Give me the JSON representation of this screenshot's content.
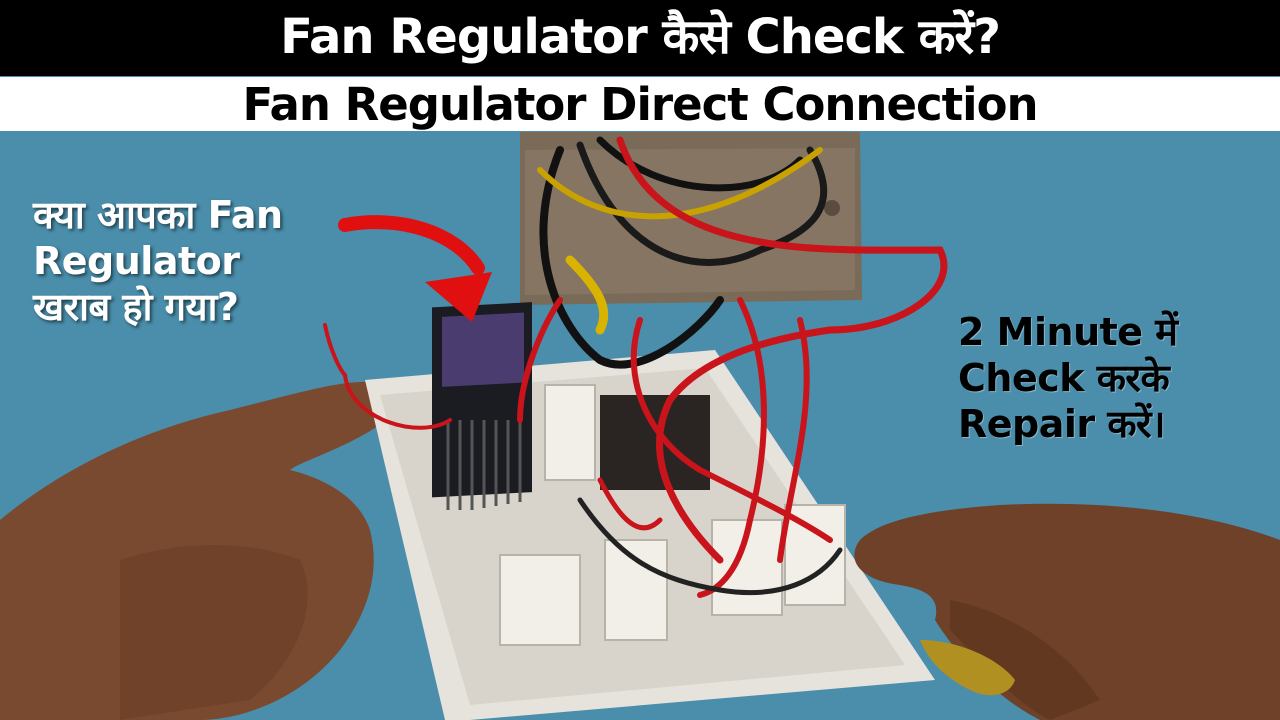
{
  "header": {
    "title": "Fan Regulator कैसे Check करें?",
    "subtitle": "Fan Regulator Direct Connection"
  },
  "question": {
    "lines": [
      "क्या आपका Fan",
      "Regulator",
      "खराब हो गया?"
    ]
  },
  "tagline": {
    "lines": [
      "2 Minute में",
      "Check करके",
      "Repair करें।"
    ]
  },
  "colors": {
    "banner_black": "#000000",
    "banner_white": "#ffffff",
    "wall_blue": "#4f93b0",
    "arrow_red": "#e01010",
    "wire_red": "#c8141a"
  }
}
